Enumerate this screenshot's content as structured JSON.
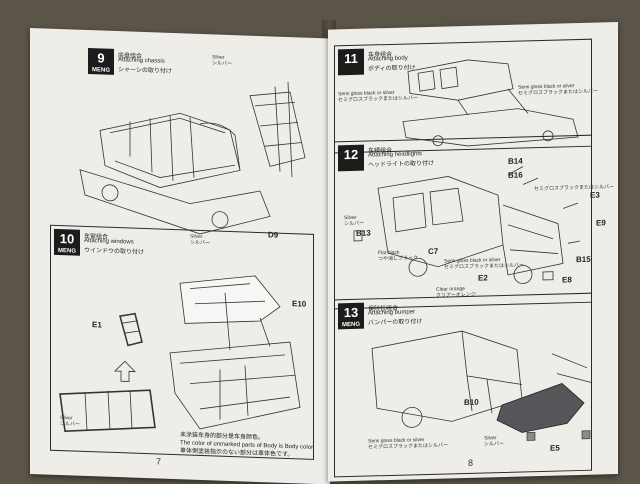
{
  "steps": [
    {
      "number": "9",
      "brand": "MENG",
      "title_jp": "底盘组合",
      "title_en": "Attaching chassis",
      "subtitle": "シャーシの取り付け"
    },
    {
      "number": "10",
      "brand": "MENG",
      "title_jp": "车窗组合",
      "title_en": "Attaching windows",
      "subtitle": "ウインドウの取り付け"
    },
    {
      "number": "11",
      "brand": "",
      "title_jp": "车身组合",
      "title_en": "Attaching body",
      "subtitle": "ボディの取り付け"
    },
    {
      "number": "12",
      "brand": "",
      "title_jp": "车镜组合",
      "title_en": "Attaching headlights",
      "subtitle": "ヘッドライトの取り付け"
    },
    {
      "number": "13",
      "brand": "MENG",
      "title_jp": "保险杠组合",
      "title_en": "Attaching bumper",
      "subtitle": "バンパーの取り付け"
    }
  ],
  "part_labels": {
    "d9": "D9",
    "e10": "E10",
    "e1": "E1",
    "b14": "B14",
    "b16": "B16",
    "e3": "E3",
    "e9": "E9",
    "b13": "B13",
    "c7": "C7",
    "b15": "B15",
    "e2": "E2",
    "e8": "E8",
    "b10": "B10",
    "e5": "E5"
  },
  "color_callouts": {
    "silver": "Silver",
    "silver_jp": "シルバー",
    "semi_gloss": "Semi gloss black or silver",
    "semi_gloss_jp": "セミグロスブラックまたはシルバー",
    "flat_black": "Flat black",
    "flat_black_jp": "つや消しブラック",
    "clear_orange": "Clear orange",
    "clear_orange_jp": "クリアーオレンジ"
  },
  "notes": {
    "unmarked_cn": "未涂装车身的部分是车身颜色。",
    "unmarked_en": "The color of unmarked parts of Body is Body color.",
    "unmarked_jp": "車体側塗装指示のない部分は車体色です。"
  },
  "page_numbers": {
    "left": "7",
    "right": "8"
  }
}
